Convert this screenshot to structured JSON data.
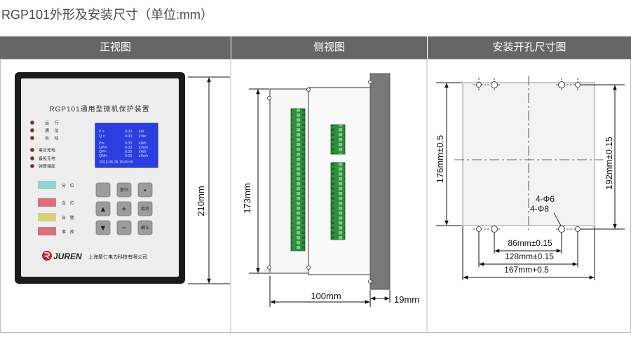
{
  "title": "RGP101外形及安装尺寸（单位:mm）",
  "headers": [
    "正视图",
    "侧视图",
    "安装开孔尺寸图"
  ],
  "front_view": {
    "device_title": "RGP101通用型微机保护装置",
    "status_leds": [
      "运 行",
      "通 信",
      "自 检"
    ],
    "alarm_leds": [
      "事合无电",
      "备投无电",
      "弹簧储能"
    ],
    "lcd": {
      "lines": [
        {
          "label": "P =",
          "value": "0.00",
          "unit": "kW"
        },
        {
          "label": "Q =",
          "value": "0.00",
          "unit": "kVar"
        },
        {
          "label": "Pt=",
          "value": "0.00",
          "unit": "kWh"
        },
        {
          "label": "QPt=",
          "value": "0.00",
          "unit": "kVarh"
        },
        {
          "label": "QP=",
          "value": "0.00",
          "unit": "kWh"
        },
        {
          "label": "QNt=",
          "value": "0.00",
          "unit": "kVarh"
        }
      ],
      "datetime": "2013-06-25 15:09:55"
    },
    "position_indicators": [
      "分 位",
      "合 位",
      "告 警",
      "事 故"
    ],
    "indicator_colors": [
      "#8fd6cf",
      "#d9707d",
      "#d8d07a",
      "#d9707d"
    ],
    "keypad": [
      [
        "",
        "复归",
        "•"
      ],
      [
        "▲",
        "+",
        "取消"
      ],
      [
        "▼",
        "−",
        "确认"
      ]
    ],
    "brand": "JUREN",
    "company": "上海聚仁电力科技有限公司",
    "height_label": "210mm"
  },
  "side_view": {
    "height_label": "173mm",
    "depth_label": "100mm",
    "panel_label": "19mm"
  },
  "cutout_view": {
    "height_inner": "176mm±0.5",
    "height_outer": "192mm±0.15",
    "hole_small": "4-Φ6",
    "hole_large": "4-Φ8",
    "width_86": "86mm±0.15",
    "width_128": "128mm±0.15",
    "width_167": "167mm+0.5"
  }
}
